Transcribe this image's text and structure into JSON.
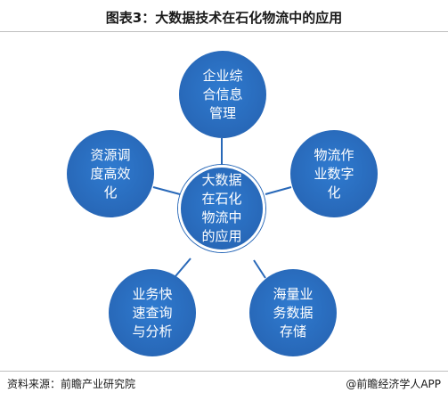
{
  "title": "图表3：大数据技术在石化物流中的应用",
  "center": {
    "label": "大数据\n在石化\n物流中\n的应用"
  },
  "nodes": [
    {
      "label": "企业综\n合信息\n管理"
    },
    {
      "label": "物流作\n业数字\n化"
    },
    {
      "label": "海量业\n务数据\n存储"
    },
    {
      "label": "业务快\n速查询\n与分析"
    },
    {
      "label": "资源调\n度高效\n化"
    }
  ],
  "colors": {
    "node": "#2868b8",
    "connector": "#2868b8"
  },
  "footer": {
    "source": "资料来源：前瞻产业研究院",
    "credit": "@前瞻经济学人APP"
  }
}
